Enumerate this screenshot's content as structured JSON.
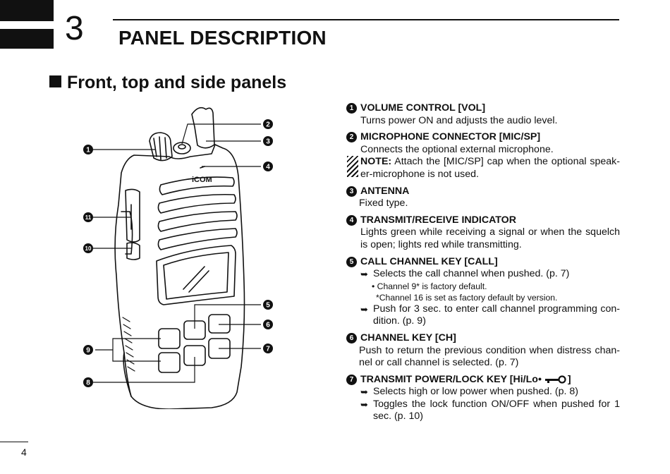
{
  "header": {
    "chapter_number": "3",
    "chapter_title": "PANEL DESCRIPTION"
  },
  "section_title": "Front, top and side panels",
  "callouts": [
    "1",
    "2",
    "3",
    "4",
    "5",
    "6",
    "7",
    "8",
    "9",
    "10",
    "11"
  ],
  "radio_logo": "iCOM",
  "items": [
    {
      "num": "1",
      "title": "VOLUME CONTROL [VOL]",
      "body": "Turns power ON and adjusts the audio level."
    },
    {
      "num": "2",
      "title": "MICROPHONE CONNECTOR [MIC/SP]",
      "body": "Connects the optional external microphone.",
      "note_label": "NOTE:",
      "note_text": "Attach the [MIC/SP] cap when the optional speak-er-microphone is not used."
    },
    {
      "num": "3",
      "title": "ANTENNA",
      "body": "Fixed type."
    },
    {
      "num": "4",
      "title": "TRANSMIT/RECEIVE INDICATOR",
      "body": "Lights green while receiving a signal or when the squelch is open; lights red while transmitting."
    },
    {
      "num": "5",
      "title": "CALL CHANNEL KEY [CALL]",
      "bullet1": "Selects the call channel when pushed. (p. 7)",
      "sub1": "• Channel 9* is factory default.",
      "sub2": "*Channel 16 is set as factory default by version.",
      "bullet2": "Push for 3 sec. to enter call channel programming con-dition. (p. 9)"
    },
    {
      "num": "6",
      "title": "CHANNEL KEY [CH]",
      "body": "Push to return the previous condition when distress chan-nel or call channel is selected. (p. 7)"
    },
    {
      "num": "7",
      "title": "TRANSMIT POWER/LOCK KEY [Hi/Lo•",
      "title_end": "]",
      "bullet1": "Selects high or low power when pushed. (p. 8)",
      "bullet2": "Toggles the lock function ON/OFF when pushed for 1 sec. (p. 10)"
    }
  ],
  "footer": {
    "page_number": "4"
  },
  "colors": {
    "ink": "#111111",
    "paper": "#ffffff"
  }
}
